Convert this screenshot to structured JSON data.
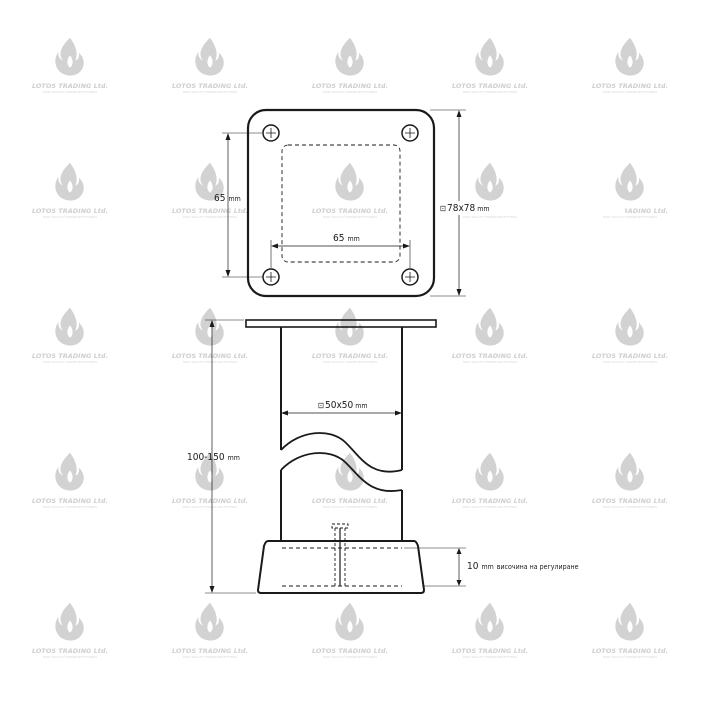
{
  "watermark": {
    "company_name": "LOTOS TRADING Ltd.",
    "tagline": "HIGH QUALITY FURNITURE FITTINGS"
  },
  "dimensions": {
    "hole_spacing_vertical": {
      "value": "65",
      "unit": "mm"
    },
    "hole_spacing_horizontal": {
      "value": "65",
      "unit": "mm"
    },
    "plate_size": {
      "value": "78x78",
      "unit": "mm",
      "symbol": "⊡"
    },
    "tube_size": {
      "value": "50x50",
      "unit": "mm",
      "symbol": "⊡"
    },
    "height": {
      "value": "100-150",
      "unit": "mm"
    },
    "adjustment": {
      "value": "10",
      "unit": "mm",
      "note": "височина на регулиране"
    }
  },
  "colors": {
    "line": "#1a1a1a",
    "watermark": "#d0d0d0",
    "background": "#ffffff"
  }
}
